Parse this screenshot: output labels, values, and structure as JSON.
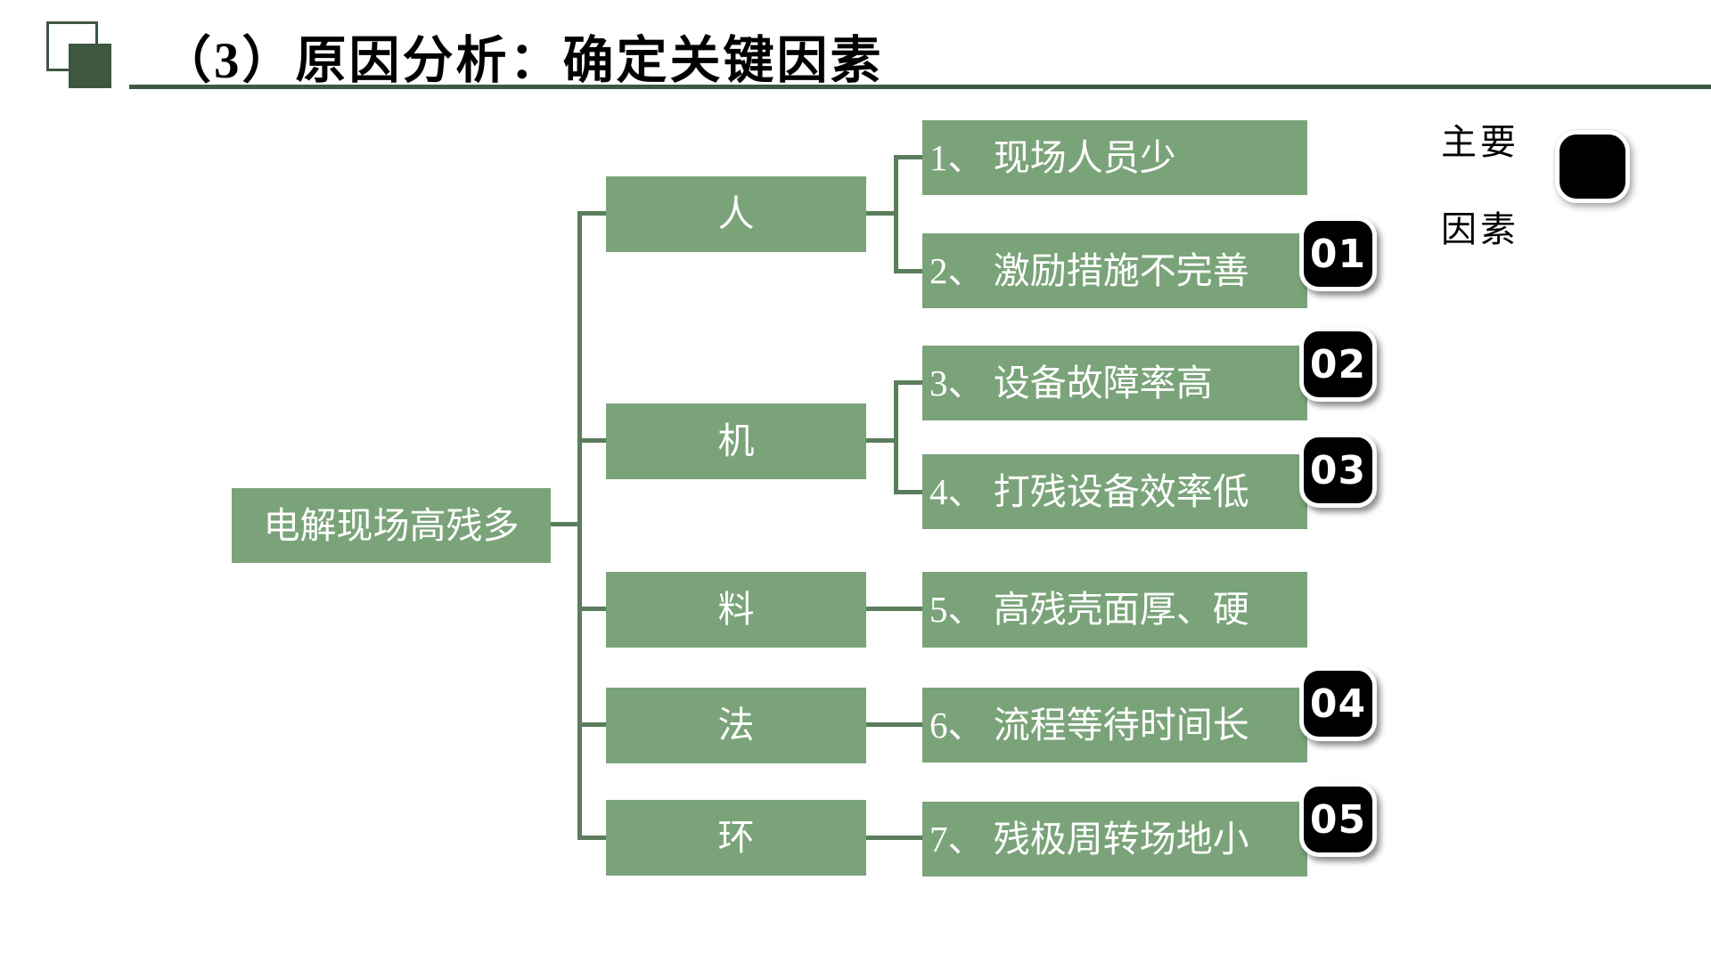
{
  "header": {
    "title": "（3）原因分析：确定关键因素"
  },
  "colors": {
    "box": "#7AA379",
    "line": "#5B7D5C",
    "dark": "#3E5741",
    "badge_bg": "#000000",
    "badge_text": "#FFFFFF",
    "node_text": "#FFFFFF",
    "title_text": "#000000"
  },
  "legend": {
    "line1": "主要",
    "line2": "因素"
  },
  "diagram": {
    "root": {
      "label": "电解现场高残多"
    },
    "categories": [
      {
        "label": "人"
      },
      {
        "label": "机"
      },
      {
        "label": "料"
      },
      {
        "label": "法"
      },
      {
        "label": "环"
      }
    ],
    "items": [
      {
        "label": "1、 现场人员少"
      },
      {
        "label": "2、 激励措施不完善",
        "badge": "01"
      },
      {
        "label": "3、 设备故障率高",
        "badge": "02"
      },
      {
        "label": "4、 打残设备效率低",
        "badge": "03"
      },
      {
        "label": "5、 高残壳面厚、硬"
      },
      {
        "label": "6、 流程等待时间长",
        "badge": "04"
      },
      {
        "label": "7、 残极周转场地小",
        "badge": "05"
      }
    ]
  }
}
